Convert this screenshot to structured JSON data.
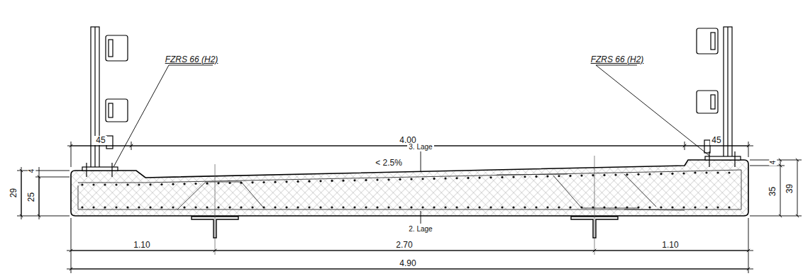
{
  "diagram": {
    "labels": [
      "FZRS 66 (H2)",
      "FZRS 66 (H2)",
      "45",
      "4.00",
      "45",
      "3. Lage",
      "< 2.5%",
      "2. Lage",
      "29",
      "25",
      "4",
      "4",
      "35",
      "39",
      "1.10",
      "2.70",
      "1.10",
      "4.90"
    ]
  }
}
